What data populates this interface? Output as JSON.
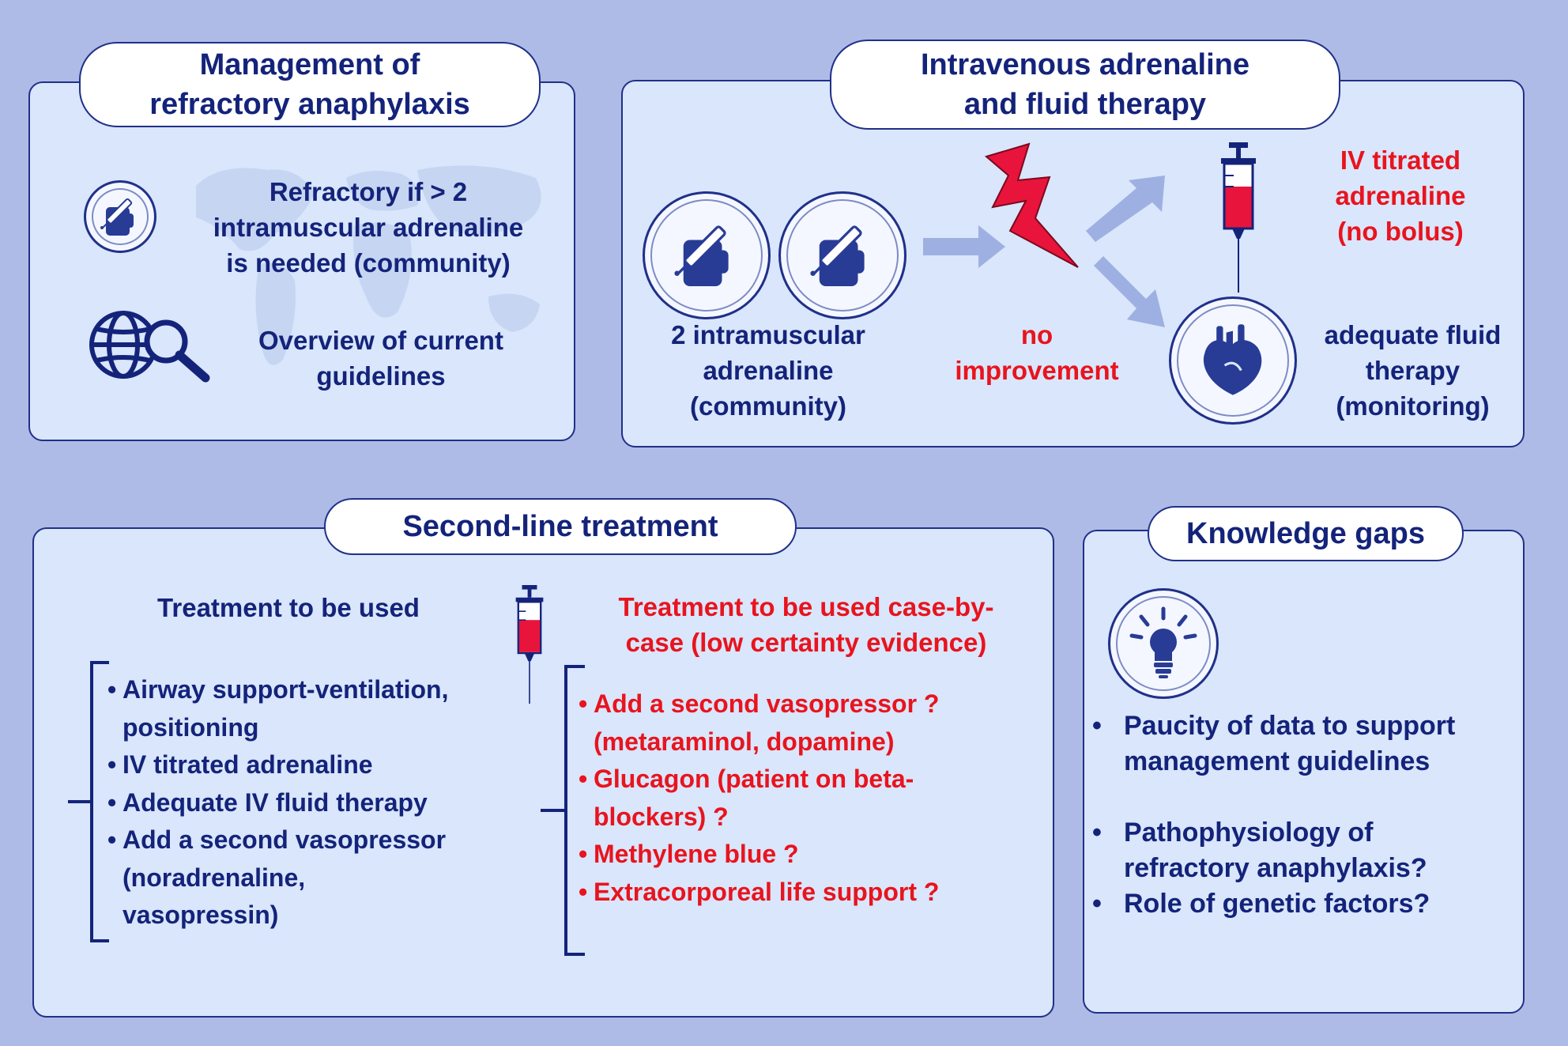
{
  "colors": {
    "background": "#aebbe6",
    "panel": "#d9e6fb",
    "navy": "#14237a",
    "red": "#e8141e"
  },
  "management": {
    "title": "Management of\nrefractory anaphylaxis",
    "refractory_text": "Refractory if > 2\nintramuscular adrenaline\nis needed (community)",
    "guidelines_text": "Overview of current\nguidelines",
    "icons": [
      "injection-hand-icon",
      "globe-search-icon",
      "world-map-watermark"
    ]
  },
  "iv_therapy": {
    "title": "Intravenous adrenaline\nand fluid therapy",
    "im_label": "2 intramuscular\nadrenaline\n(community)",
    "no_improvement": "no\nimprovement",
    "iv_titrated": "IV titrated\nadrenaline\n(no bolus)",
    "fluid_label": "adequate fluid\ntherapy\n(monitoring)",
    "icons": [
      "injection-hand-icon",
      "lightning-icon",
      "syringe-icon",
      "heart-icon",
      "arrow-icon"
    ]
  },
  "second_line": {
    "title": "Second-line treatment",
    "left_heading": "Treatment to be used",
    "left_items": [
      "Airway support-ventilation,\npositioning",
      "IV titrated adrenaline",
      "Adequate IV fluid therapy",
      "Add a second vasopressor\n(noradrenaline,\nvasopressin)"
    ],
    "right_heading": "Treatment to be used case-by-\ncase (low certainty evidence)",
    "right_items": [
      "Add a second vasopressor ?\n(metaraminol, dopamine)",
      "Glucagon (patient on beta-\nblockers) ?",
      "Methylene blue ?",
      "Extracorporeal life support ?"
    ]
  },
  "knowledge_gaps": {
    "title": "Knowledge gaps",
    "items": [
      "Paucity of data to support\nmanagement guidelines",
      "Pathophysiology of\nrefractory anaphylaxis?",
      "Role of genetic factors?"
    ],
    "icons": [
      "lightbulb-icon"
    ]
  }
}
